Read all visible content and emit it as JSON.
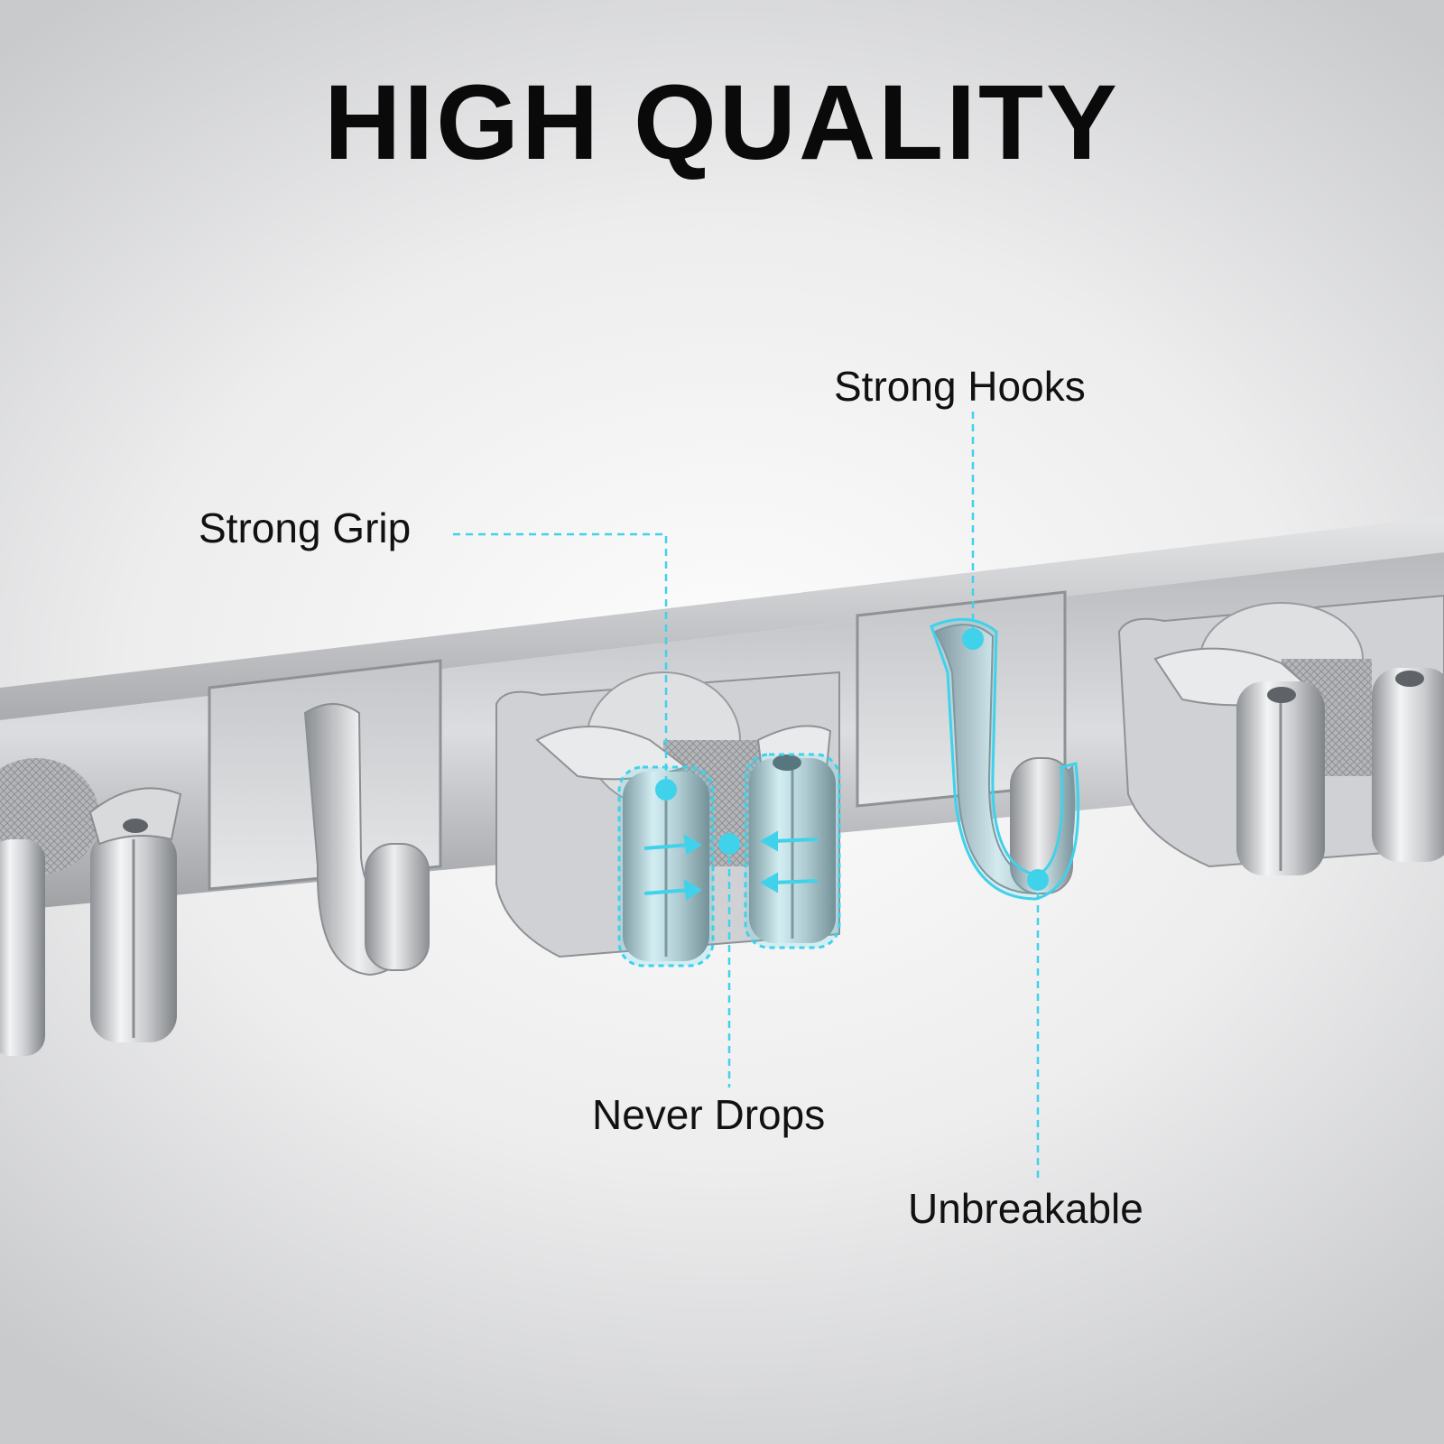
{
  "headline": "HIGH QUALITY",
  "callouts": {
    "strong_grip": "Strong Grip",
    "strong_hooks": "Strong Hooks",
    "never_drops": "Never Drops",
    "unbreakable": "Unbreakable"
  },
  "colors": {
    "accent": "#3fd2ea",
    "text": "#111111",
    "metal": "#b9bcc0"
  }
}
